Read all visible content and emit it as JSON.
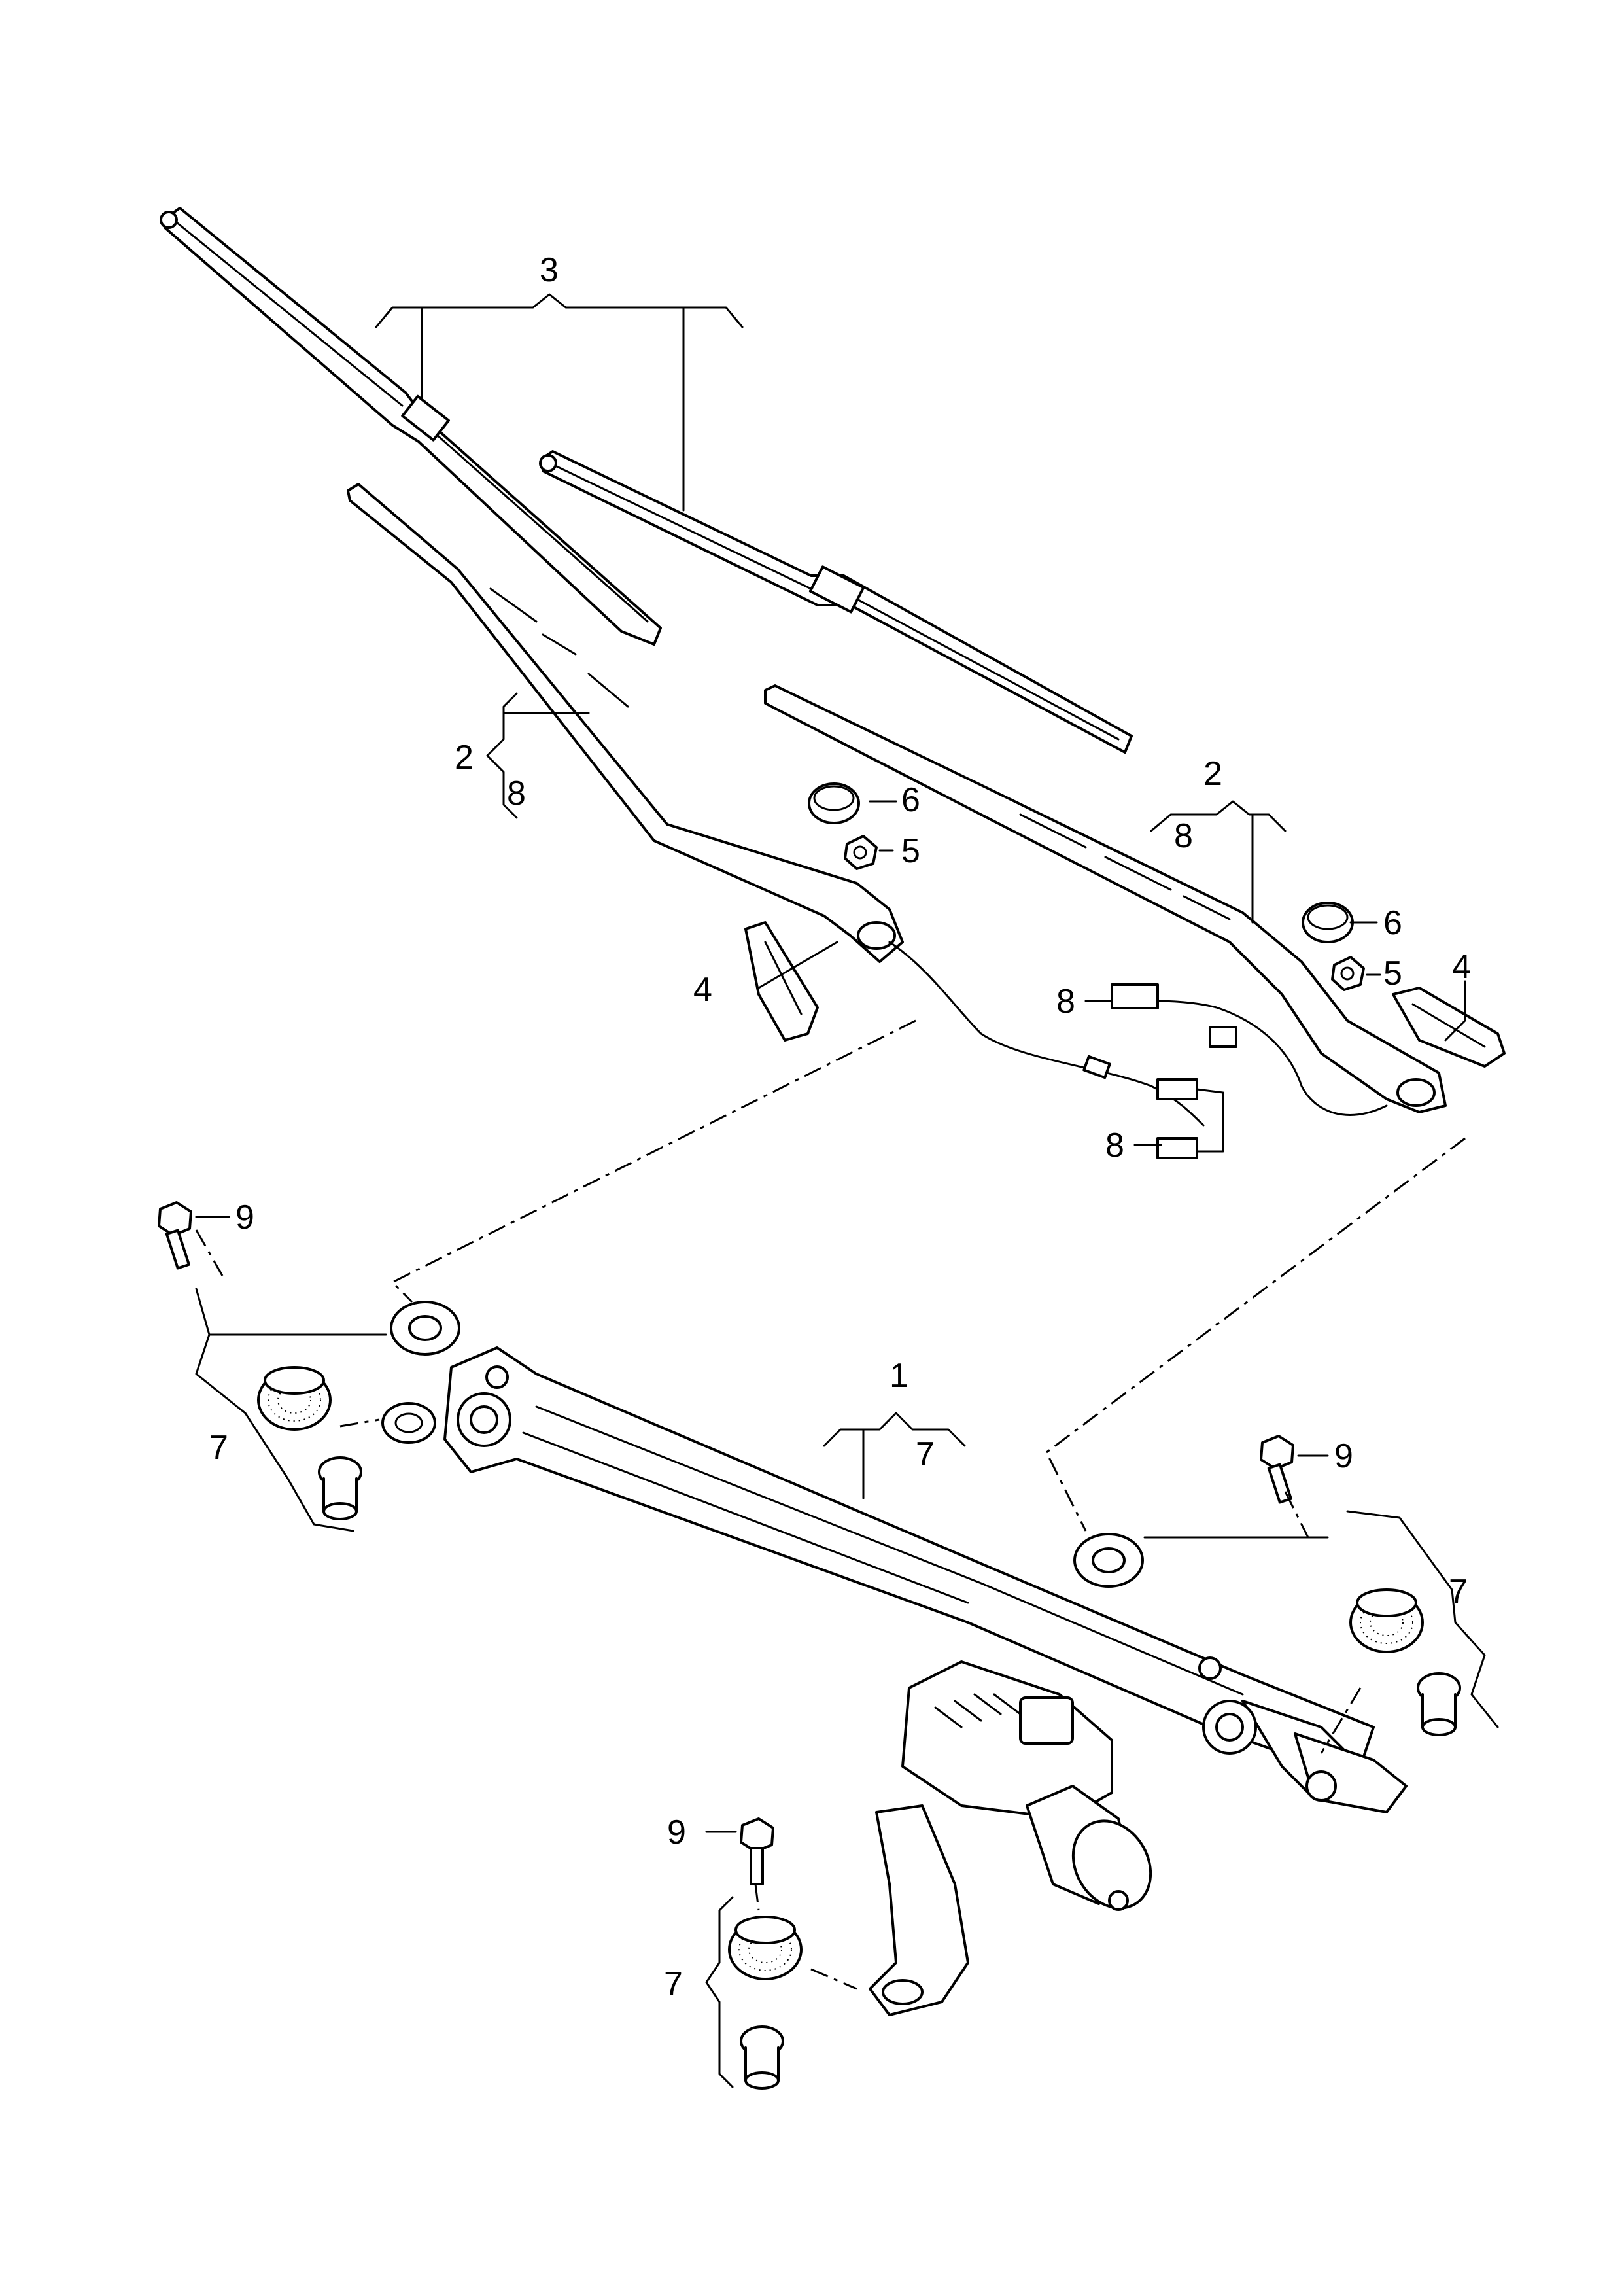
{
  "callouts": {
    "c1": "1",
    "c2_left": "2",
    "c2_right": "2",
    "c3": "3",
    "c4_left": "4",
    "c4_right": "4",
    "c5_left": "5",
    "c5_right": "5",
    "c6_left": "6",
    "c6_right": "6",
    "c7_wiper_frame": "7",
    "c7_left": "7",
    "c7_right": "7",
    "c7_bottom": "7",
    "c8_left_arm": "8",
    "c8_right_arm": "8",
    "c8_nozzle_upper": "8",
    "c8_nozzle_lower": "8",
    "c9_left": "9",
    "c9_right": "9",
    "c9_bottom": "9"
  }
}
